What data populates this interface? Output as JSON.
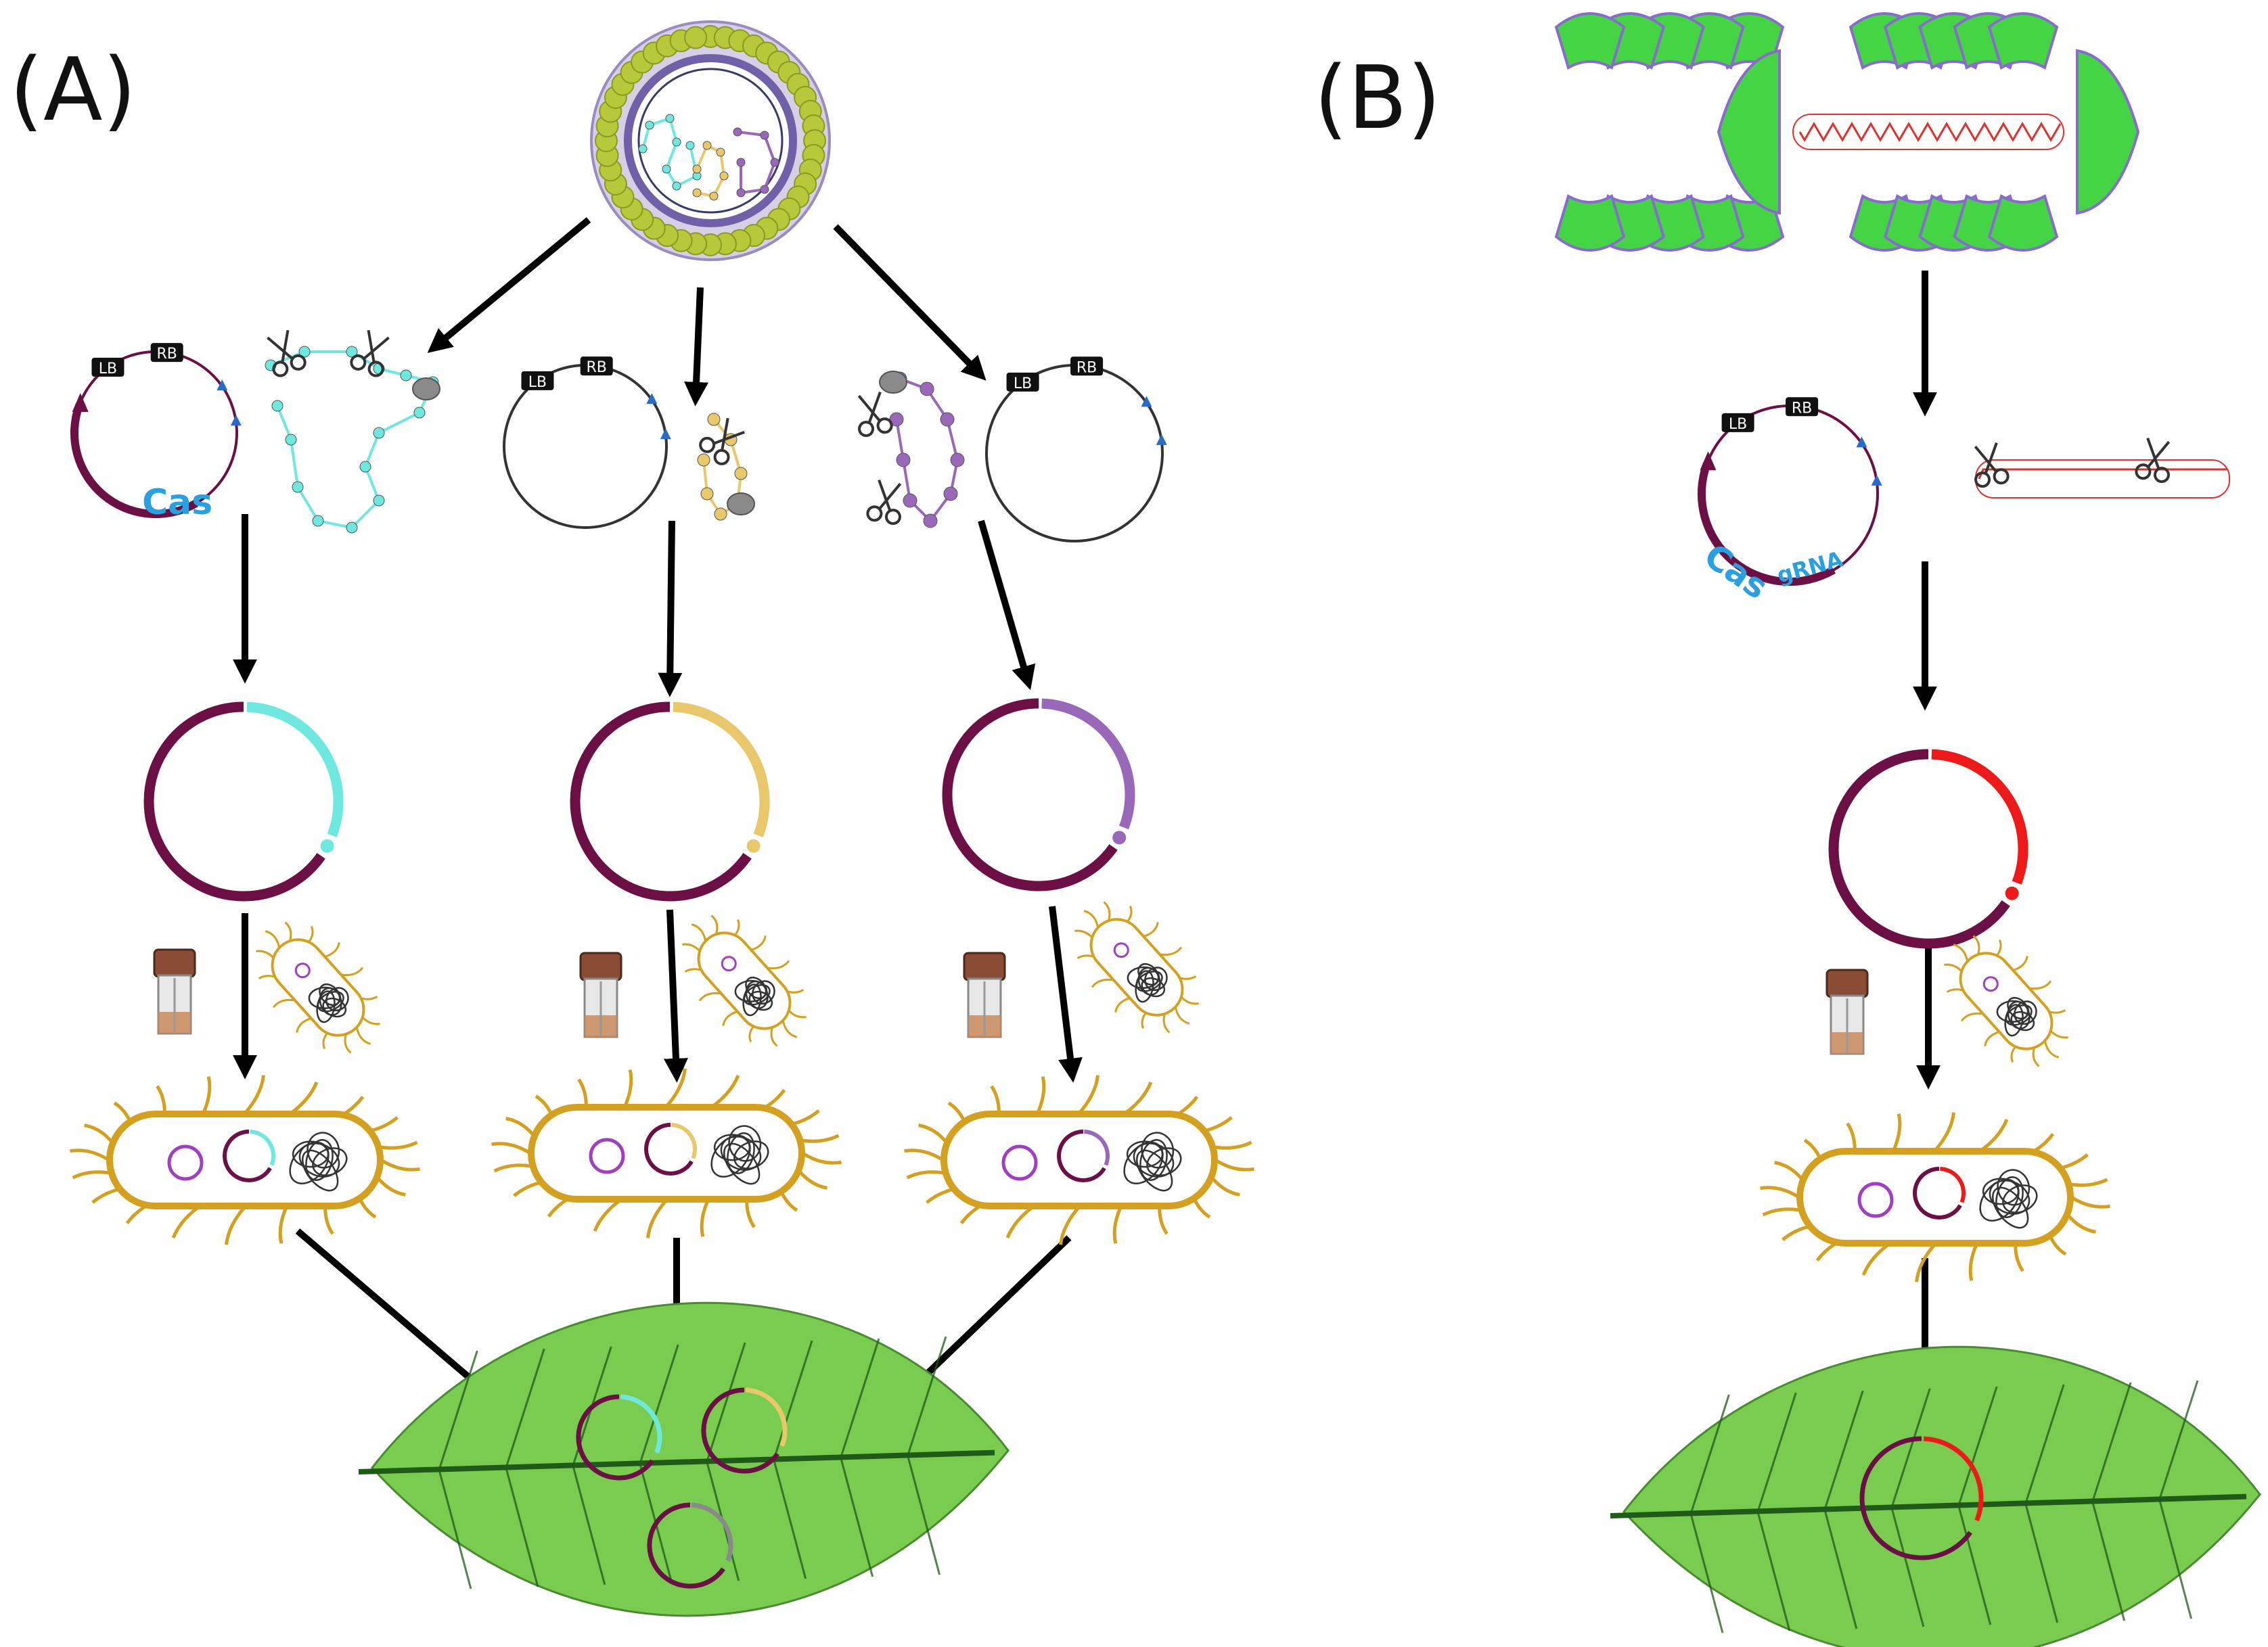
{
  "panels": {
    "a": {
      "label": "(A)"
    },
    "b": {
      "label": "(B)"
    }
  },
  "plasmid_labels": {
    "lb": "LB",
    "rb": "RB",
    "cas": "Cas",
    "grna": "gRNA"
  },
  "colors": {
    "arrow": "#000000",
    "backbone": "#6b0f44",
    "segment_rna1": "#6fe8df",
    "segment_rna2": "#e8c86a",
    "segment_rna3": "#9a68b8",
    "segment_grey": "#8a8a8a",
    "segment_red": "#ee1a1a",
    "bacterium": "#d4a020",
    "cell_small_plasmid": "#a040c0",
    "leaf": "#7acc50",
    "leaf_vein": "#1f5a18",
    "virus_spike": "#b7c93a",
    "virus_membrane": "#7060a8",
    "geminivirus_capsid": "#44d444",
    "geminivirus_dna": "#e03030",
    "cas_label": "#2aa0e0",
    "cuvette_cap": "#8a4c34"
  },
  "icons": [
    "virus-particle-icon",
    "geminivirus-particle-icon",
    "scissors-icon",
    "cuvette-icon",
    "bacterium-icon",
    "leaf-icon",
    "plasmid-icon",
    "arrow-icon"
  ]
}
